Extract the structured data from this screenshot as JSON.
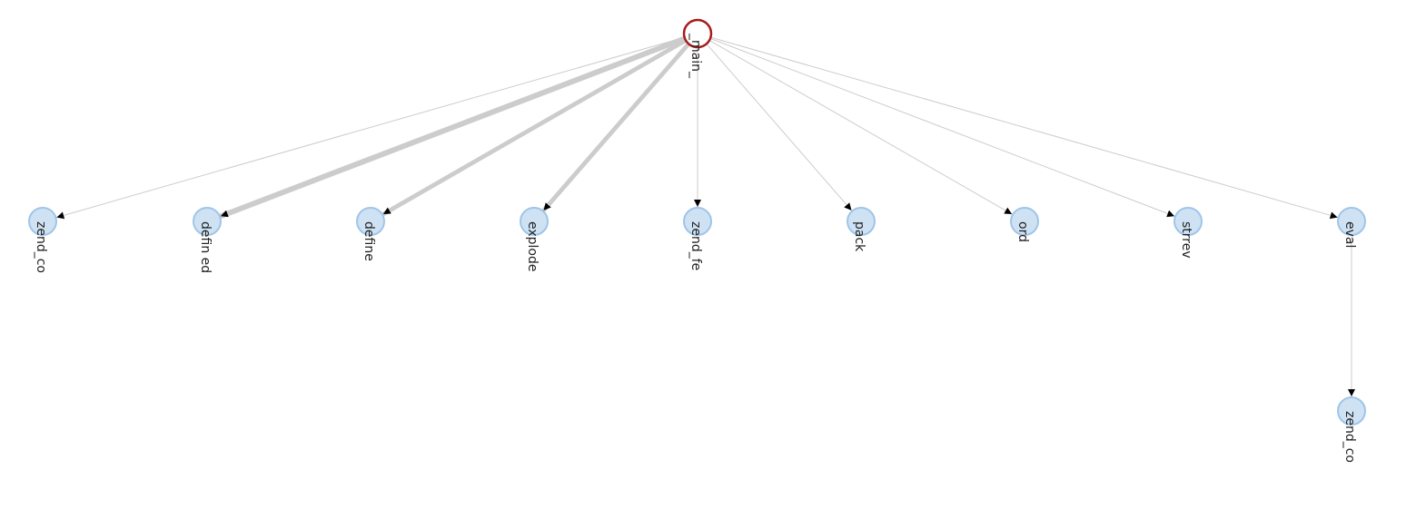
{
  "graph": {
    "root": {
      "id": "main",
      "label": "_main_"
    },
    "nodes": [
      {
        "id": "zend_co_1",
        "label": "zend_co"
      },
      {
        "id": "defined",
        "label": "defin ed"
      },
      {
        "id": "define",
        "label": "define"
      },
      {
        "id": "explode",
        "label": "explode"
      },
      {
        "id": "zend_fe",
        "label": "zend_fe"
      },
      {
        "id": "pack",
        "label": "pack"
      },
      {
        "id": "ord",
        "label": "ord"
      },
      {
        "id": "strrev",
        "label": "strrev"
      },
      {
        "id": "eval",
        "label": "eval"
      },
      {
        "id": "zend_co_2",
        "label": "zend_co"
      }
    ],
    "edges": [
      {
        "from": "main",
        "to": "zend_co_1",
        "weight": 1
      },
      {
        "from": "main",
        "to": "defined",
        "weight": 5
      },
      {
        "from": "main",
        "to": "define",
        "weight": 4
      },
      {
        "from": "main",
        "to": "explode",
        "weight": 4
      },
      {
        "from": "main",
        "to": "zend_fe",
        "weight": 1
      },
      {
        "from": "main",
        "to": "pack",
        "weight": 1
      },
      {
        "from": "main",
        "to": "ord",
        "weight": 1
      },
      {
        "from": "main",
        "to": "strrev",
        "weight": 1
      },
      {
        "from": "main",
        "to": "eval",
        "weight": 1
      },
      {
        "from": "eval",
        "to": "zend_co_2",
        "weight": 1
      }
    ],
    "colors": {
      "edge": "#cccccc",
      "node_fill": "#cfe2f3",
      "node_stroke": "#9fc5e8",
      "root_stroke": "#a61c1c"
    }
  }
}
